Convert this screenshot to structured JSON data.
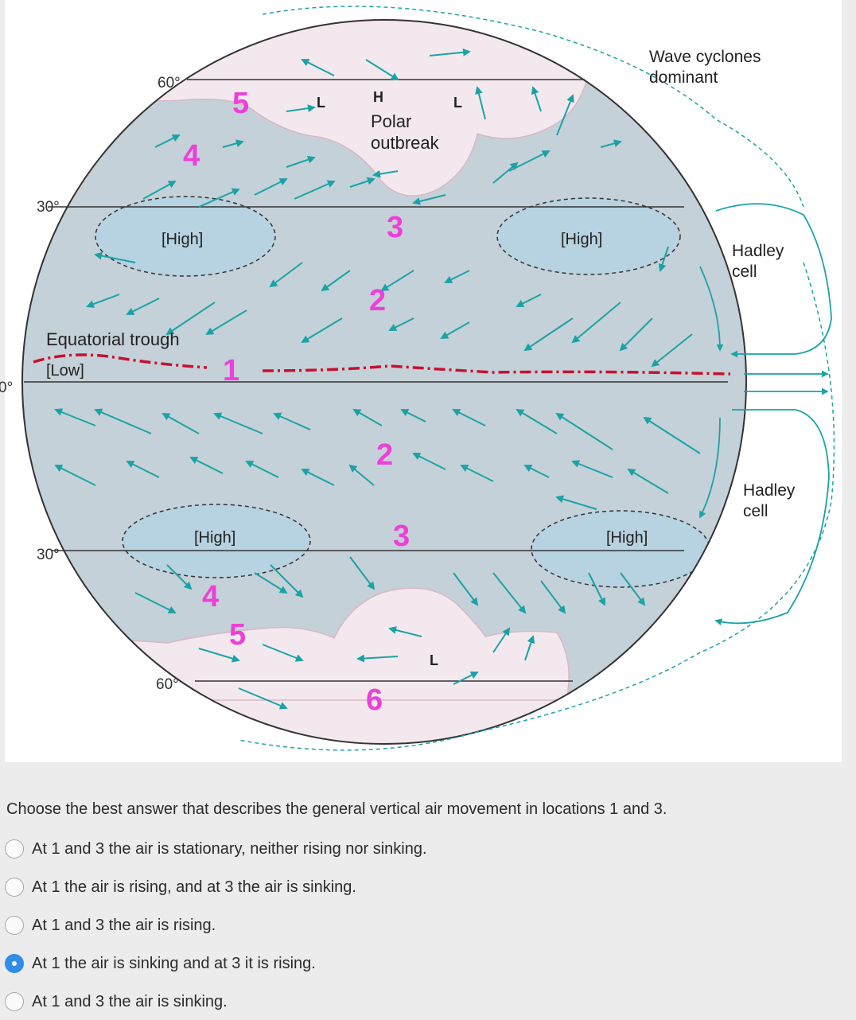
{
  "figure": {
    "lat_labels": {
      "n60": "60°",
      "n30": "30°",
      "eq": "0°",
      "s30": "30°",
      "s60": "60°"
    },
    "region_labels": {
      "high_nw": "[High]",
      "high_ne": "[High]",
      "high_sw": "[High]",
      "high_se": "[High]",
      "trough": "Equatorial trough",
      "low": "[Low]",
      "polar": "Polar",
      "outbreak": "outbreak",
      "h": "H",
      "l_left": "L",
      "l_right": "L",
      "l_south": "L"
    },
    "side_labels": {
      "wave1": "Wave cyclones",
      "wave2": "dominant",
      "hadley_n1": "Hadley",
      "hadley_n2": "cell",
      "hadley_s1": "Hadley",
      "hadley_s2": "cell"
    },
    "markers": {
      "m1": "1",
      "m2n": "2",
      "m2s": "2",
      "m3n": "3",
      "m3s": "3",
      "m4n": "4",
      "m4s": "4",
      "m5n": "5",
      "m5s": "5",
      "m6": "6"
    },
    "colors": {
      "ocean": "#c5d1d8",
      "high_fill": "#b7d2e0",
      "polar_fill": "#f3e8ee",
      "arrow": "#1aa3a6",
      "marker": "#ee3fd9",
      "trough_line": "#c8102e"
    }
  },
  "question": {
    "text": "Choose the best answer that describes the general vertical air movement in locations 1 and 3.",
    "options": [
      {
        "label": "At 1 and 3 the air is stationary, neither rising nor sinking.",
        "checked": false
      },
      {
        "label": "At 1 the air is rising, and at 3 the air is sinking.",
        "checked": false
      },
      {
        "label": "At 1 and 3 the air is rising.",
        "checked": false
      },
      {
        "label": "At 1 the air is sinking and at 3 it is rising.",
        "checked": true
      },
      {
        "label": "At 1 and 3 the air is sinking.",
        "checked": false
      }
    ]
  }
}
